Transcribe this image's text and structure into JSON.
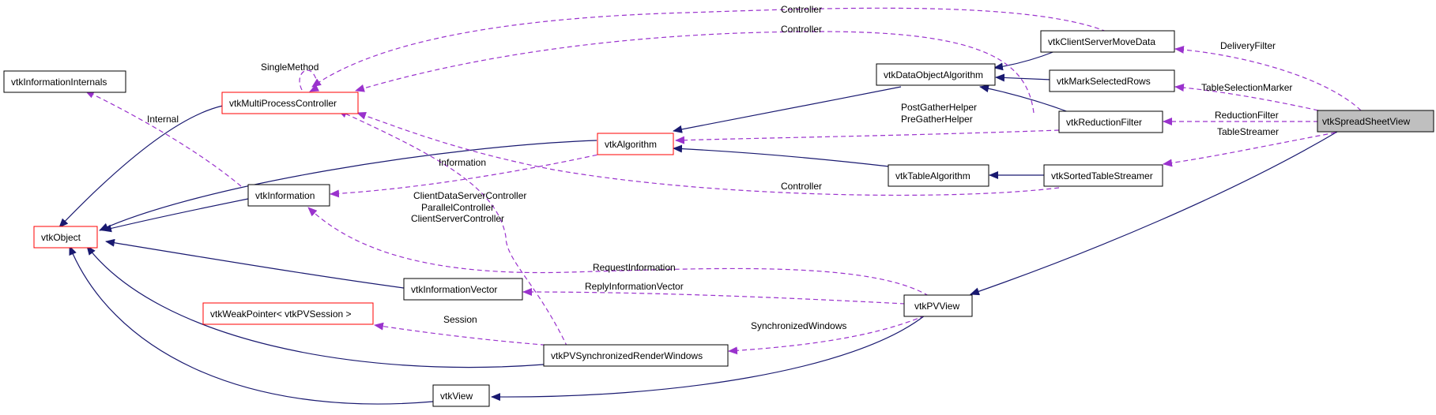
{
  "colors": {
    "inherit_edge": "#191970",
    "use_edge": "#9a32cd",
    "focus_fill": "#bfbfbf",
    "red_border": "#ff0000"
  },
  "nodes": {
    "vtkSpreadSheetView": "vtkSpreadSheetView",
    "vtkClientServerMoveData": "vtkClientServerMoveData",
    "vtkMarkSelectedRows": "vtkMarkSelectedRows",
    "vtkReductionFilter": "vtkReductionFilter",
    "vtkSortedTableStreamer": "vtkSortedTableStreamer",
    "vtkDataObjectAlgorithm": "vtkDataObjectAlgorithm",
    "vtkTableAlgorithm": "vtkTableAlgorithm",
    "vtkAlgorithm": "vtkAlgorithm",
    "vtkMultiProcessController": "vtkMultiProcessController",
    "vtkInformationInternals": "vtkInformationInternals",
    "vtkInformation": "vtkInformation",
    "vtkObject": "vtkObject",
    "vtkInformationVector": "vtkInformationVector",
    "vtkWeakPointer": "vtkWeakPointer< vtkPVSession >",
    "vtkPVSynchronizedRenderWindows": "vtkPVSynchronizedRenderWindows",
    "vtkPVView": "vtkPVView",
    "vtkView": "vtkView"
  },
  "edge_labels": {
    "controller_top": "Controller",
    "controller_mid": "Controller",
    "controller_lower": "Controller",
    "single_method": "SingleMethod",
    "delivery_filter": "DeliveryFilter",
    "table_selection_marker": "TableSelectionMarker",
    "reduction_filter": "ReductionFilter",
    "table_streamer": "TableStreamer",
    "post_gather_helper": "PostGatherHelper",
    "pre_gather_helper": "PreGatherHelper",
    "information": "Information",
    "internal": "Internal",
    "client_data_server_controller": "ClientDataServerController",
    "parallel_controller": "ParallelController",
    "client_server_controller": "ClientServerController",
    "request_information": "RequestInformation",
    "reply_information_vector": "ReplyInformationVector",
    "session": "Session",
    "synchronized_windows": "SynchronizedWindows"
  }
}
